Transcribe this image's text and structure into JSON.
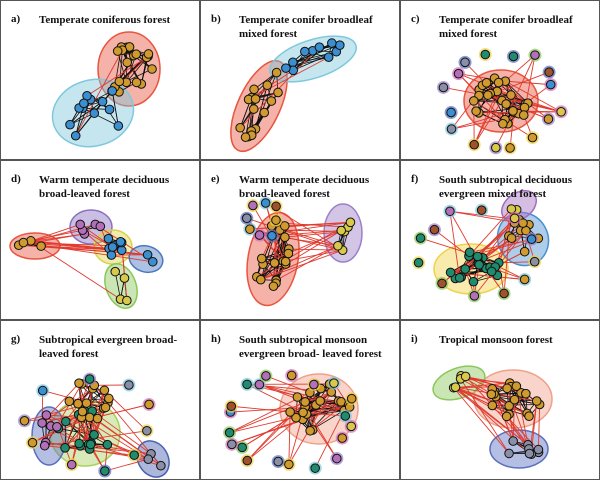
{
  "panels": [
    {
      "label": "a)",
      "title": "Temperate coniferous forest",
      "modules": [
        {
          "node": "#d19a2e",
          "hull": "#e8553f",
          "count": 18
        },
        {
          "node": "#3b8fd0",
          "hull": "#7ec8dc",
          "count": 13
        }
      ]
    },
    {
      "label": "b)",
      "title": "Temperate conifer broadleaf mixed forest",
      "modules": [
        {
          "node": "#d19a2e",
          "hull": "#e8553f",
          "count": 16
        },
        {
          "node": "#3b8fd0",
          "hull": "#7ec8dc",
          "count": 10
        }
      ]
    },
    {
      "label": "c)",
      "title": "Temperate conifer broadleaf mixed forest",
      "modules": [
        {
          "node": "#d19a2e",
          "hull": "#e8553f",
          "count": 26
        },
        {
          "node": "mixed",
          "hull": null,
          "count": 16
        }
      ]
    },
    {
      "label": "d)",
      "title": "Warm temperate deciduous broad-leaved forest",
      "modules": [
        {
          "node": "#d19a2e",
          "hull": "#e8553f",
          "count": 4
        },
        {
          "node": "#b36fb8",
          "hull": "#8a6fc0",
          "count": 5
        },
        {
          "node": "#3b8fd0",
          "hull": "#d9d24a",
          "count": 8
        },
        {
          "node": "#d9c94a",
          "hull": "#8cc75a",
          "count": 4
        },
        {
          "node": "#3b8fd0",
          "hull": "#4a78c0",
          "count": 2
        }
      ]
    },
    {
      "label": "e)",
      "title": "Warm temperate deciduous broad-leaved forest",
      "modules": [
        {
          "node": "#d19a2e",
          "hull": "#e8553f",
          "count": 20
        },
        {
          "node": "#d9c94a",
          "hull": "#9b7fc8",
          "count": 6
        },
        {
          "node": "mixed",
          "hull": "#6a6fc0",
          "count": 8
        }
      ]
    },
    {
      "label": "f)",
      "title": "South subtropical deciduous evergreen mixed forest",
      "modules": [
        {
          "node": "#1f8c6e",
          "hull": "#efd34a",
          "count": 20
        },
        {
          "node": "#d19a2e",
          "hull": "#4a90d0",
          "count": 10
        },
        {
          "node": "#d9c94a",
          "hull": "#a36fc0",
          "count": 2
        },
        {
          "node": "mixed",
          "hull": null,
          "count": 12
        }
      ]
    },
    {
      "label": "g)",
      "title": "Subtropical evergreen broad-leaved forest",
      "modules": [
        {
          "node": "#1f8c6e",
          "hull": "#a8d060",
          "count": 14
        },
        {
          "node": "#d19a2e",
          "hull": null,
          "count": 16
        },
        {
          "node": "#b36fb8",
          "hull": "#5a6fc0",
          "count": 6
        },
        {
          "node": "#8a8fa8",
          "hull": "#4a60b0",
          "count": 3
        },
        {
          "node": "mixed",
          "hull": null,
          "count": 10
        }
      ]
    },
    {
      "label": "h)",
      "title": "South subtropical monsoon evergreen broad- leaved forest",
      "modules": [
        {
          "node": "#d19a2e",
          "hull": "#f0a08a",
          "count": 22
        },
        {
          "node": "mixed",
          "hull": null,
          "count": 20
        }
      ]
    },
    {
      "label": "i)",
      "title": "Tropical monsoon forest",
      "modules": [
        {
          "node": "#d19a2e",
          "hull": "#f0a08a",
          "count": 20
        },
        {
          "node": "#8a8fa8",
          "hull": "#5a6fc0",
          "count": 8
        },
        {
          "node": "#d9c94a",
          "hull": "#8cc75a",
          "count": 5
        }
      ]
    }
  ],
  "colors": {
    "intra_edge": "#111111",
    "inter_edge": "#e03a2e",
    "node_stroke": "#111111",
    "mixed_palette": [
      "#3b8fd0",
      "#1f8c6e",
      "#d9c94a",
      "#b36fb8",
      "#a0522d",
      "#8a8fa8",
      "#d19a2e"
    ],
    "halo_palette": [
      "#7ec8dc",
      "#8cc75a",
      "#d56fb8",
      "#5a6fc0",
      "#efd34a",
      "#9b7fc8"
    ]
  }
}
